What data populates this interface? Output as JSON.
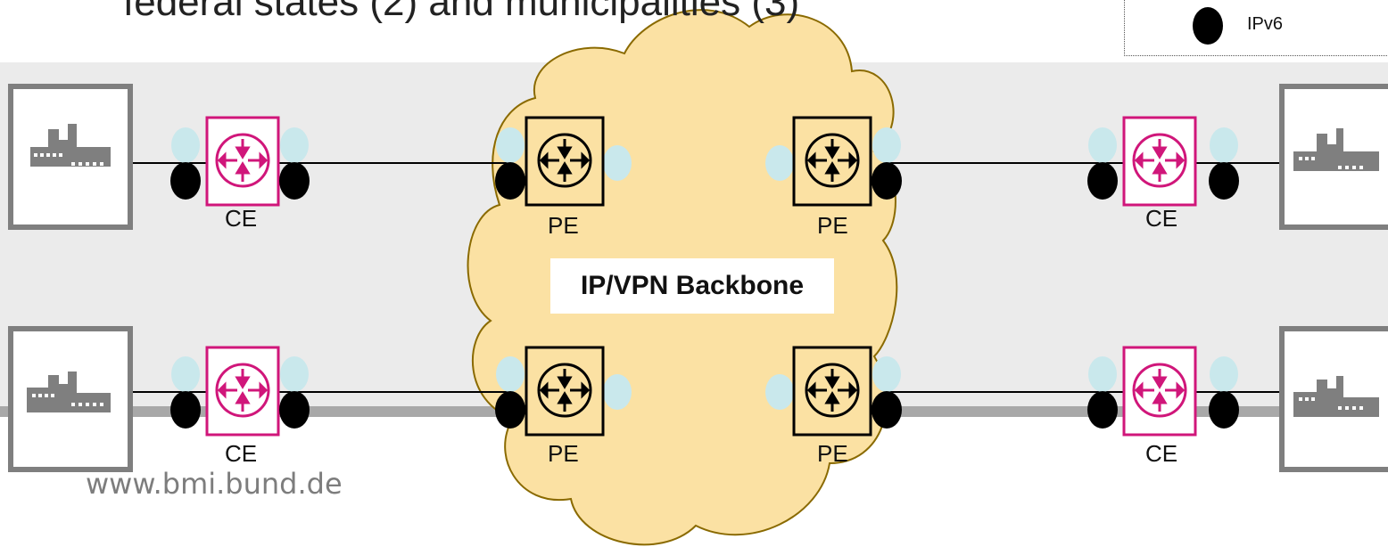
{
  "title": "federal states (2) and municipalities (3)",
  "legend": {
    "ipv6_label": "IPv6"
  },
  "backbone_label": "IP/VPN Backbone",
  "device_labels": {
    "ce": "CE",
    "pe": "PE"
  },
  "footer_url": "www.bmi.bund.de",
  "colors": {
    "ce_router": "#d0167a",
    "pe_router_fill": "#fbe1a3",
    "cloud_fill": "#fbe1a3",
    "cloud_stroke": "#8a6a00",
    "ipv4_dot": "#c9e8ec",
    "ipv6_dot": "#000000",
    "site_icon": "#7f7f7f",
    "band": "#ebebeb"
  },
  "icons": {
    "site": "building-icon",
    "ce": "router-icon",
    "pe": "router-icon"
  }
}
